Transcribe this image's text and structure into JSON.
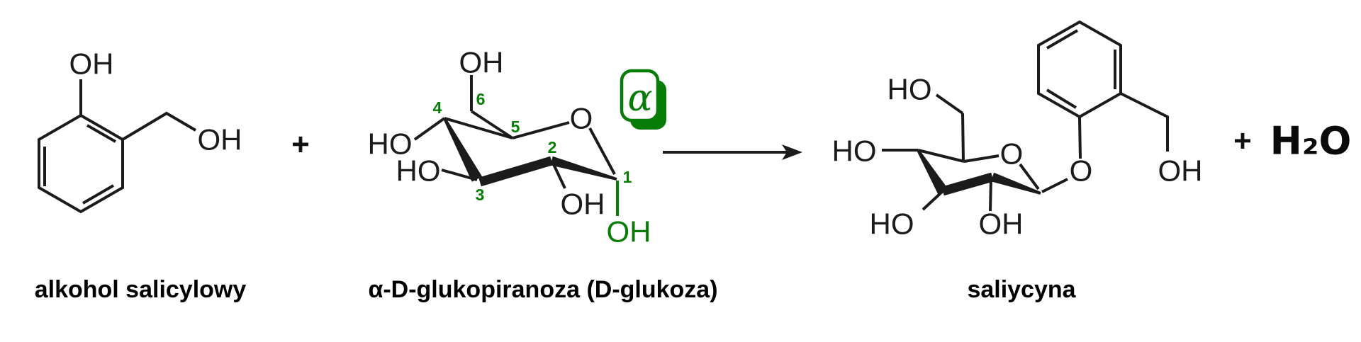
{
  "colors": {
    "highlight_green": "#077c07",
    "structure_black": "#1b1b1b",
    "background": "#ffffff"
  },
  "icons": {
    "reaction_arrow": "right-arrow"
  },
  "reaction": {
    "plus_reactants": "+",
    "plus_products": "+",
    "water_formula": "H₂O"
  },
  "molecules": {
    "salicyl_alcohol": {
      "name": "alkohol salicylowy",
      "atoms": {
        "phenol_oh": "OH",
        "benzyl_oh": "OH"
      }
    },
    "glucose": {
      "name": "α-D-glukopiranoza (D-glukoza)",
      "anomeric_symbol": "α",
      "atoms": {
        "c6_oh": "OH",
        "c4_ho": "HO",
        "c3_ho": "HO",
        "c2_oh": "OH",
        "c1_oh": "OH",
        "ring_o": "O"
      },
      "carbon_numbers": {
        "c1": "1",
        "c2": "2",
        "c3": "3",
        "c4": "4",
        "c5": "5",
        "c6": "6"
      }
    },
    "salicin": {
      "name": "saliycyna",
      "atoms": {
        "c6_ho": "HO",
        "c4_ho": "HO",
        "c3_ho": "HO",
        "c2_oh": "OH",
        "ring_o": "O",
        "glycosidic_o": "O",
        "benzyl_oh": "OH"
      }
    }
  }
}
